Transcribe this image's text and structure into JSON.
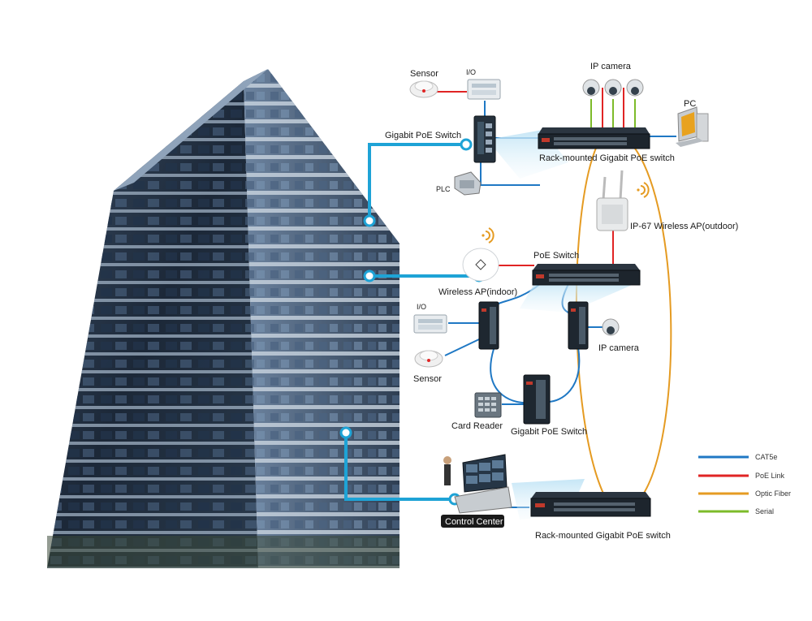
{
  "labels": {
    "sensor_top": "Sensor",
    "io_top": "I/O",
    "ip_camera_top": "IP camera",
    "pc": "PC",
    "gigabit_poe_switch_top": "Gigabit PoE Switch",
    "rack_switch_top": "Rack-mounted Gigabit PoE switch",
    "plc": "PLC",
    "ip67_ap": "IP-67 Wireless AP(outdoor)",
    "poe_switch": "PoE Switch",
    "wireless_ap_indoor": "Wireless AP(indoor)",
    "io_mid": "I/O",
    "ip_camera_mid": "IP camera",
    "sensor_mid": "Sensor",
    "card_reader": "Card Reader",
    "gigabit_poe_switch_bottom": "Gigabit PoE Switch",
    "control_center": "Control Center",
    "rack_switch_bottom": "Rack-mounted Gigabit PoE switch"
  },
  "legend": [
    {
      "label": "CAT5e",
      "color": "#1f78c4"
    },
    {
      "label": "PoE Link",
      "color": "#e02424"
    },
    {
      "label": "Optic Fiber",
      "color": "#e59b22"
    },
    {
      "label": "Serial",
      "color": "#7dbb2a"
    }
  ],
  "colors": {
    "cat5e": "#1f78c4",
    "poe_link": "#e02424",
    "fiber": "#e59b22",
    "serial": "#7dbb2a",
    "building_link": "#1ea3d6"
  }
}
